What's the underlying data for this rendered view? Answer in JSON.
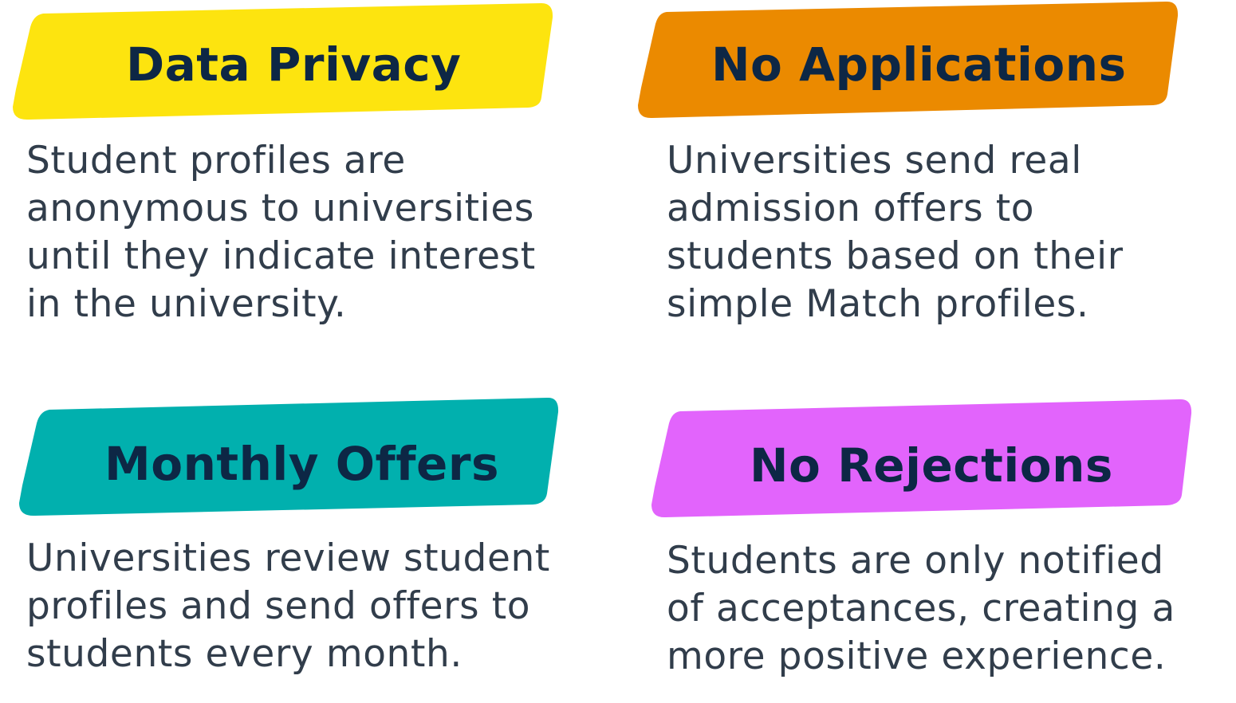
{
  "colors": {
    "title_text": "#0d2745",
    "body_text": "#313d4b",
    "data_privacy": "#fde40f",
    "no_applications": "#eb8a00",
    "monthly_offers": "#01b0ae",
    "no_rejections": "#e264fc"
  },
  "features": [
    {
      "title": "Data Privacy",
      "lines": [
        "Student profiles are",
        "anonymous to universities",
        "until they indicate interest",
        "in the university."
      ]
    },
    {
      "title": "No Applications",
      "lines": [
        "Universities send real",
        "admission offers to",
        "students based on their",
        "simple Match profiles."
      ]
    },
    {
      "title": "Monthly Offers",
      "lines": [
        "Universities review student",
        "profiles and send offers to",
        "students every month."
      ]
    },
    {
      "title": "No Rejections",
      "lines": [
        "Students are only notified",
        "of acceptances, creating a",
        "more positive experience."
      ]
    }
  ]
}
